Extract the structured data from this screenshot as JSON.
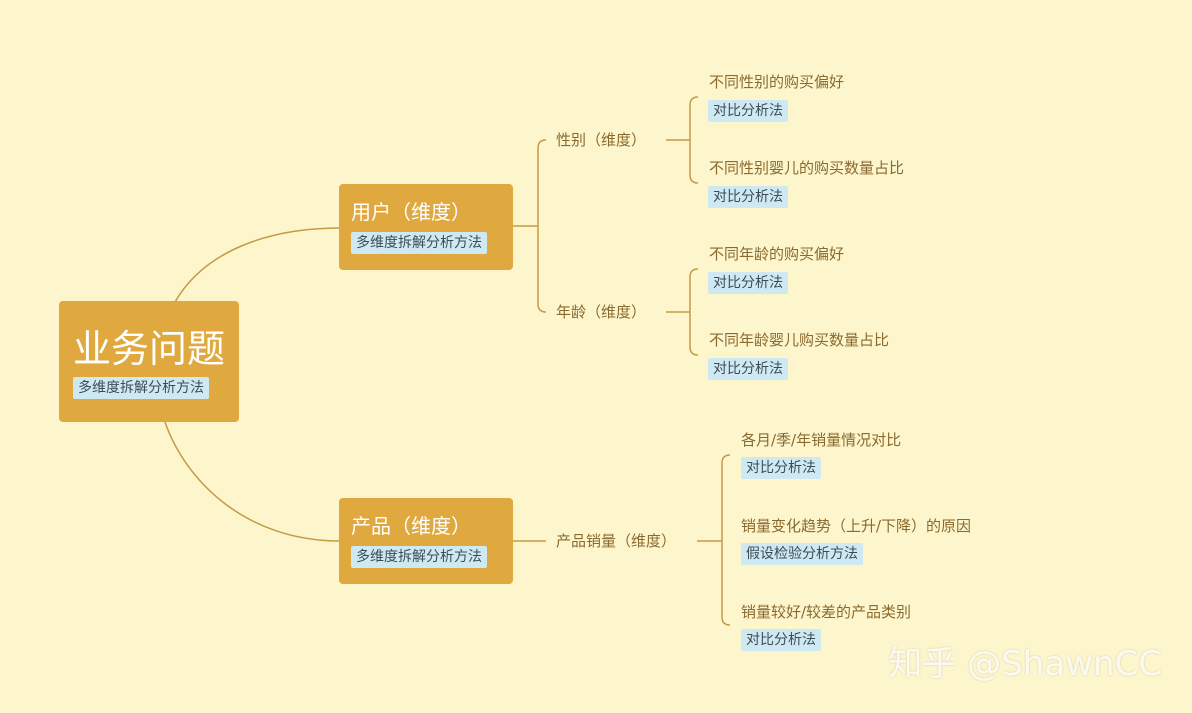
{
  "colors": {
    "background": "#fdf6cd",
    "node_fill": "#e0a940",
    "tag_fill": "#cfe9f3",
    "line": "#c59a45",
    "label_text": "#8a6a2e"
  },
  "root": {
    "title": "业务问题",
    "tag": "多维度拆解分析方法"
  },
  "branches": {
    "user": {
      "title": "用户（维度）",
      "tag": "多维度拆解分析方法",
      "children": {
        "gender": {
          "label": "性别（维度）",
          "items": [
            {
              "text": "不同性别的购买偏好",
              "tag": "对比分析法"
            },
            {
              "text": "不同性别婴儿的购买数量占比",
              "tag": "对比分析法"
            }
          ]
        },
        "age": {
          "label": "年龄（维度）",
          "items": [
            {
              "text": "不同年龄的购买偏好",
              "tag": "对比分析法"
            },
            {
              "text": "不同年龄婴儿购买数量占比",
              "tag": "对比分析法"
            }
          ]
        }
      }
    },
    "product": {
      "title": "产品（维度）",
      "tag": "多维度拆解分析方法",
      "children": {
        "sales": {
          "label": "产品销量（维度）",
          "items": [
            {
              "text": "各月/季/年销量情况对比",
              "tag": "对比分析法"
            },
            {
              "text": "销量变化趋势（上升/下降）的原因",
              "tag": "假设检验分析方法"
            },
            {
              "text": "销量较好/较差的产品类别",
              "tag": "对比分析法"
            }
          ]
        }
      }
    }
  },
  "watermark": "知乎 @ShawnCC"
}
